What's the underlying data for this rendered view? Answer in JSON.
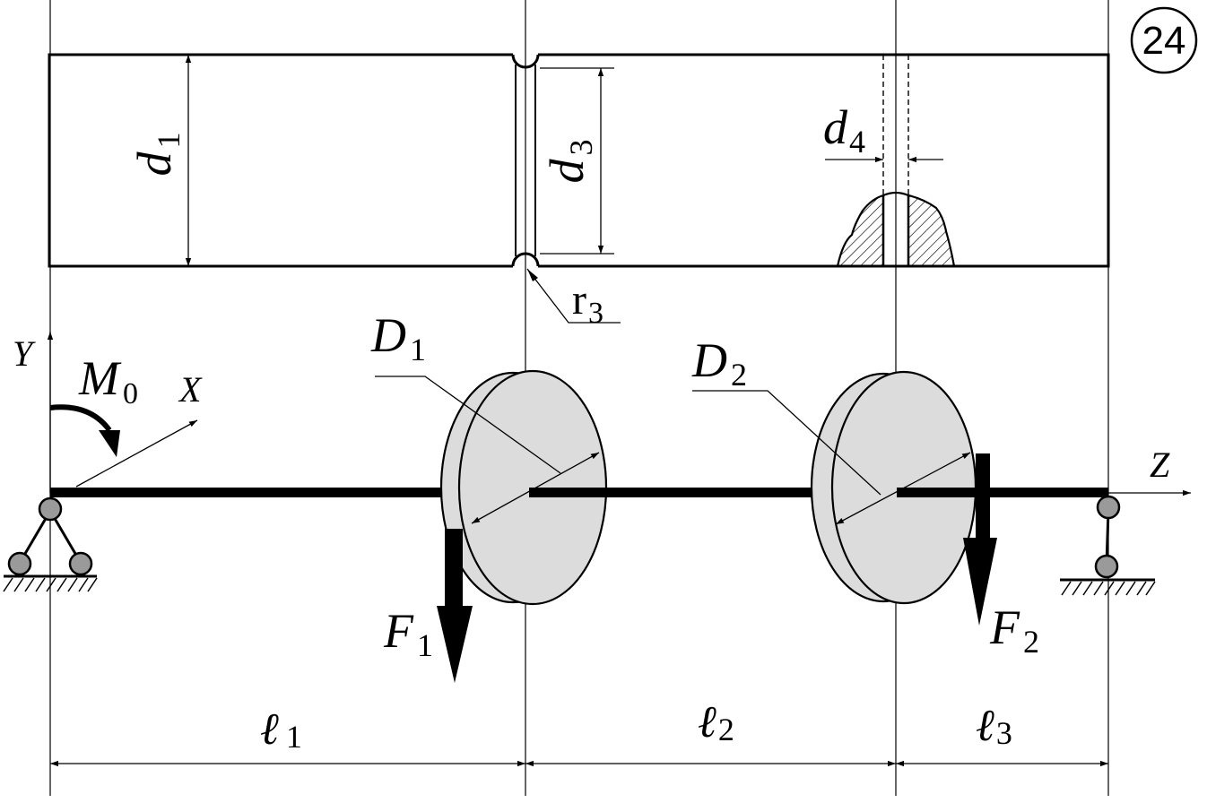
{
  "badge": {
    "number": "24"
  },
  "shaft_dims": {
    "d1": {
      "main": "d",
      "sub": "1"
    },
    "d3": {
      "main": "d",
      "sub": "3"
    },
    "d4": {
      "main": "d",
      "sub": "4"
    },
    "r3": {
      "main": "r",
      "sub": "3"
    }
  },
  "axes": {
    "y": "Y",
    "x": "X",
    "z": "Z"
  },
  "moment": {
    "main": "M",
    "sub": "0"
  },
  "disks": {
    "D1": {
      "main": "D",
      "sub": "1"
    },
    "D2": {
      "main": "D",
      "sub": "2"
    }
  },
  "forces": {
    "F1": {
      "main": "F",
      "sub": "1"
    },
    "F2": {
      "main": "F",
      "sub": "2"
    }
  },
  "lengths": {
    "l1": {
      "main": "ℓ",
      "sub": "1"
    },
    "l2": {
      "main": "ℓ",
      "sub": "2"
    },
    "l3": {
      "main": "ℓ",
      "sub": "3"
    }
  },
  "colors": {
    "line": "#000000",
    "disk_fill": "#dcdcdc",
    "support_fill": "#9a9a9a",
    "background": "#ffffff"
  }
}
